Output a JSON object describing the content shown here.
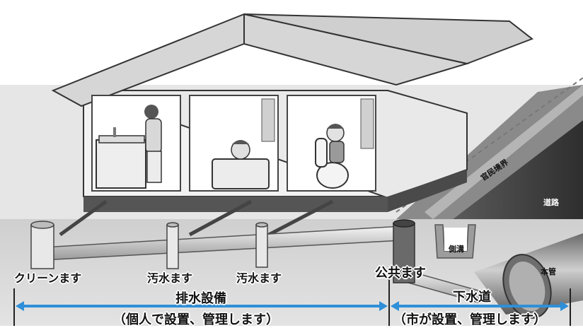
{
  "labels": {
    "boundary": "官民境界",
    "road": "道路",
    "side_ditch": "側溝",
    "main_pipe": "本管",
    "clean_basin": "クリーンます",
    "sewage_basin_1": "汚水ます",
    "sewage_basin_2": "汚水ます",
    "public_basin": "公共ます",
    "drainage_facility": "排水設備",
    "sewer": "下水道",
    "private_note": "（個人で設置、管理します）",
    "public_note": "（市が設置、管理します）"
  },
  "colors": {
    "arrow": "#2f8fd8",
    "sky": "#ffffff",
    "ground": "#d2d2d2",
    "house": "#f2f2f2",
    "roof": "#dcdcdc"
  }
}
